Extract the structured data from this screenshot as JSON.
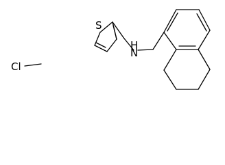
{
  "molecule": {
    "atom_labels": {
      "chlorine": "Cl",
      "sulfur": "S",
      "amine": "H\nN",
      "amine_h": "H",
      "amine_n": "N"
    },
    "bond_color": "#000000"
  }
}
